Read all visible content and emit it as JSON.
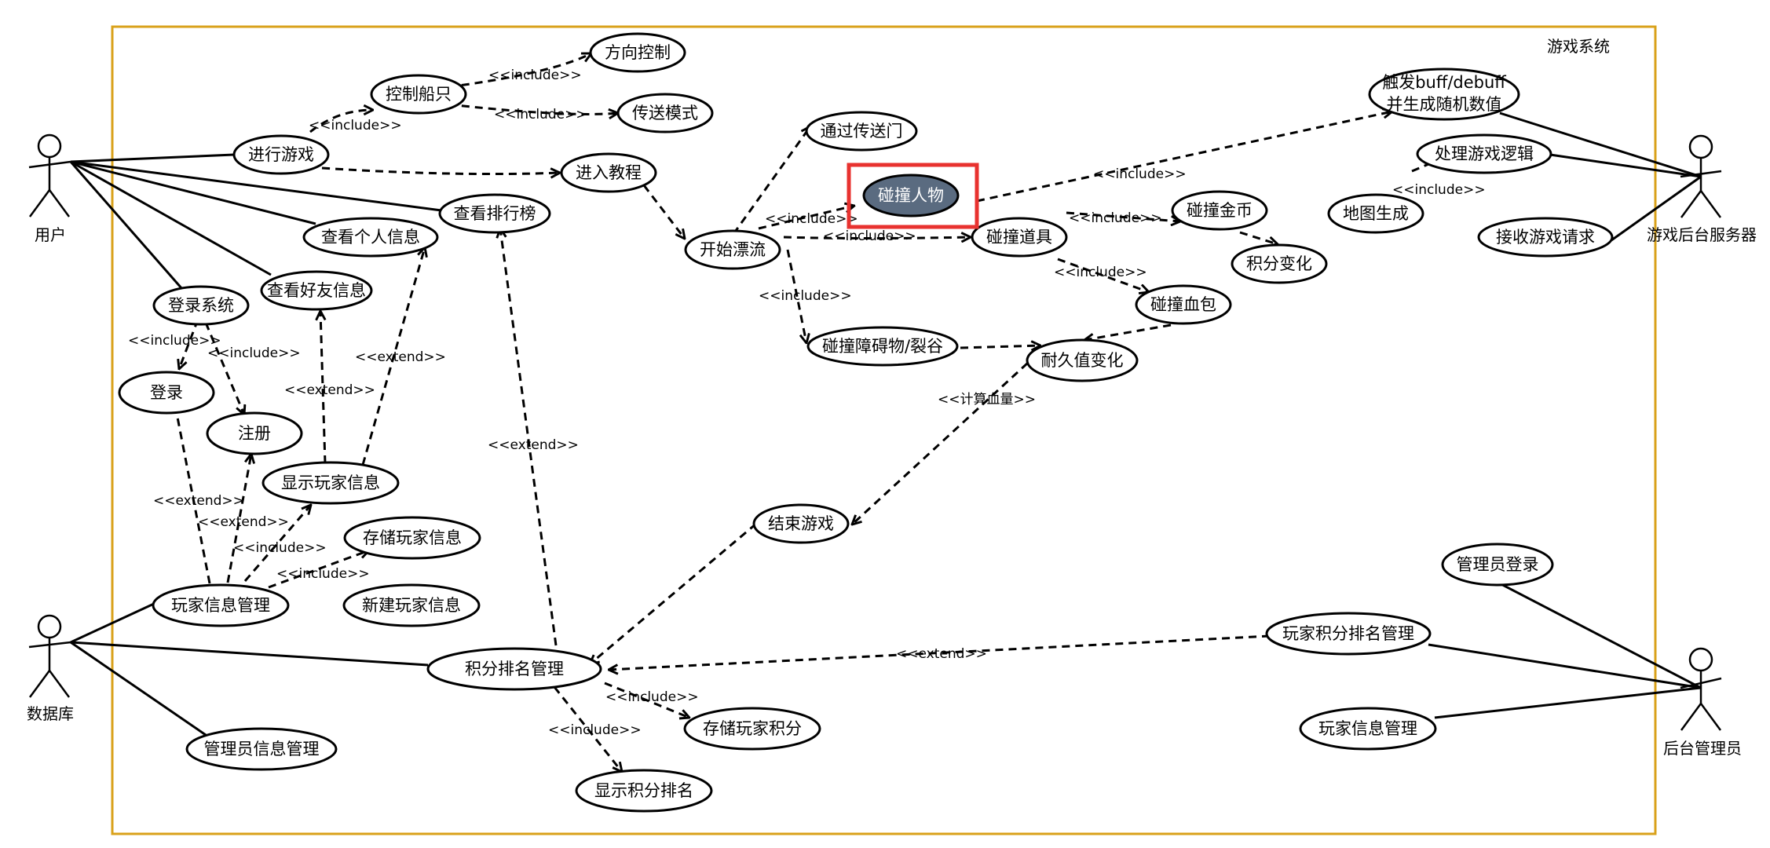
{
  "system": {
    "title": "游戏系统",
    "border_color": "#d9a11a"
  },
  "colors": {
    "line": "#000000",
    "highlight_fill": "#5a6b80",
    "highlight_border": "#e8322f",
    "highlight_text": "#ffffff"
  },
  "actors": {
    "user": "用户",
    "database": "数据库",
    "server": "游戏后台服务器",
    "admin": "后台管理员"
  },
  "usecases": {
    "direction_control": "方向控制",
    "control_ship": "控制船只",
    "teleport_mode": "传送模式",
    "play_game": "进行游戏",
    "enter_tutorial": "进入教程",
    "pass_portal": "通过传送门",
    "hit_character": "碰撞人物",
    "trigger_buff": [
      "触发buff/debuff",
      "并生成随机数值"
    ],
    "process_logic": "处理游戏逻辑",
    "map_generation": "地图生成",
    "receive_request": "接收游戏请求",
    "view_ranking": "查看排行榜",
    "view_personal_info": "查看个人信息",
    "start_drift": "开始漂流",
    "hit_item": "碰撞道具",
    "hit_coin": "碰撞金币",
    "score_change": "积分变化",
    "hit_bloodpack": "碰撞血包",
    "login_system": "登录系统",
    "view_friend_info": "查看好友信息",
    "hit_obstacle": "碰撞障碍物/裂谷",
    "durability_change": "耐久值变化",
    "login": "登录",
    "register": "注册",
    "show_player_info": "显示玩家信息",
    "end_game": "结束游戏",
    "store_player_info": "存储玩家信息",
    "player_info_manage": "玩家信息管理",
    "new_player_info": "新建玩家信息",
    "score_ranking_manage": "积分排名管理",
    "store_player_score": "存储玩家积分",
    "show_score_ranking": "显示积分排名",
    "admin_info_manage": "管理员信息管理",
    "admin_login": "管理员登录",
    "player_score_ranking_manage": "玩家积分排名管理",
    "admin_player_info_manage": "玩家信息管理"
  },
  "stereotypes": {
    "include": "<<include>>",
    "extend": "<<extend>>",
    "calc_hp": "<<计算血量>>"
  }
}
